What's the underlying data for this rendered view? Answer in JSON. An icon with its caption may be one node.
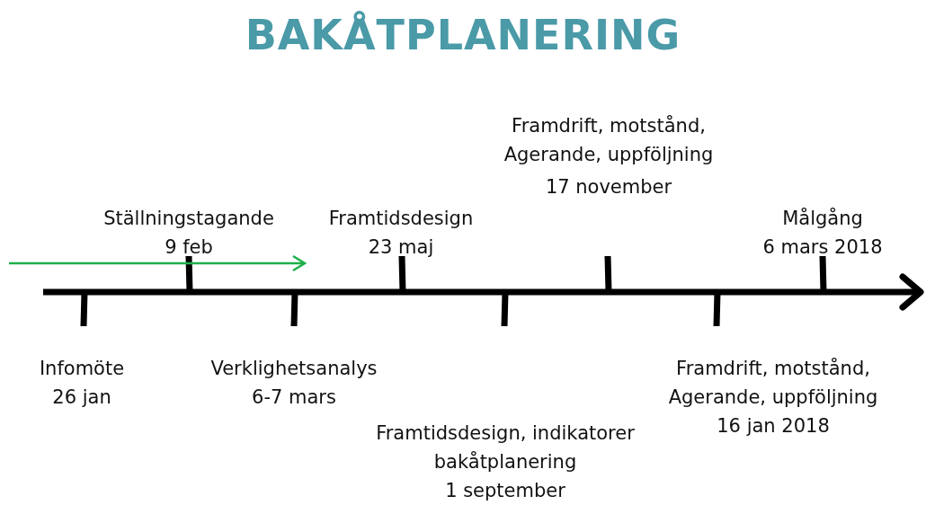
{
  "diagram": {
    "title": "BAKÅTPLANERING",
    "labels": [
      "Framdrift, motstånd, Agerande, uppföljning",
      "17 november",
      "Ställningstagande",
      "9 feb",
      "Framtidsdesign",
      "23 maj",
      "Målgång",
      "6 mars 2018",
      "Infomöte",
      "26 jan",
      "Verklighetsanalys",
      "6-7 mars",
      "Framdrift, motstånd, Agerande, uppföljning",
      "16 jan 2018",
      "Framtidsdesign, indikatorer bakåtplanering",
      "1 september"
    ]
  }
}
